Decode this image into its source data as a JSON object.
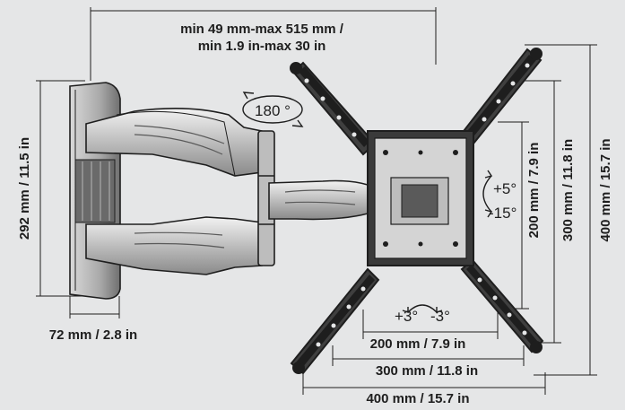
{
  "diagram": {
    "arm_extension": {
      "line1": "min 49 mm-max 515 mm /",
      "line2": "min 1.9 in-max 30 in"
    },
    "rotation_label": "180 °",
    "wall_plate_height": "292 mm / 11.5 in",
    "wall_plate_width": "72 mm / 2.8 in",
    "tilt_up": "+5°",
    "tilt_down": "-15°",
    "swivel_left": "+3°",
    "swivel_right": "-3°",
    "vesa_horizontal": [
      "200 mm / 7.9 in",
      "300 mm / 11.8 in",
      "400 mm / 15.7 in"
    ],
    "vesa_vertical": [
      "200 mm / 7.9 in",
      "300 mm / 11.8 in",
      "400 mm / 15.7 in"
    ],
    "colors": {
      "background": "#e5e6e7",
      "line": "#1e1e1e",
      "metal_dark": "#4a4a4a",
      "metal_light": "#cfcfcf"
    }
  }
}
